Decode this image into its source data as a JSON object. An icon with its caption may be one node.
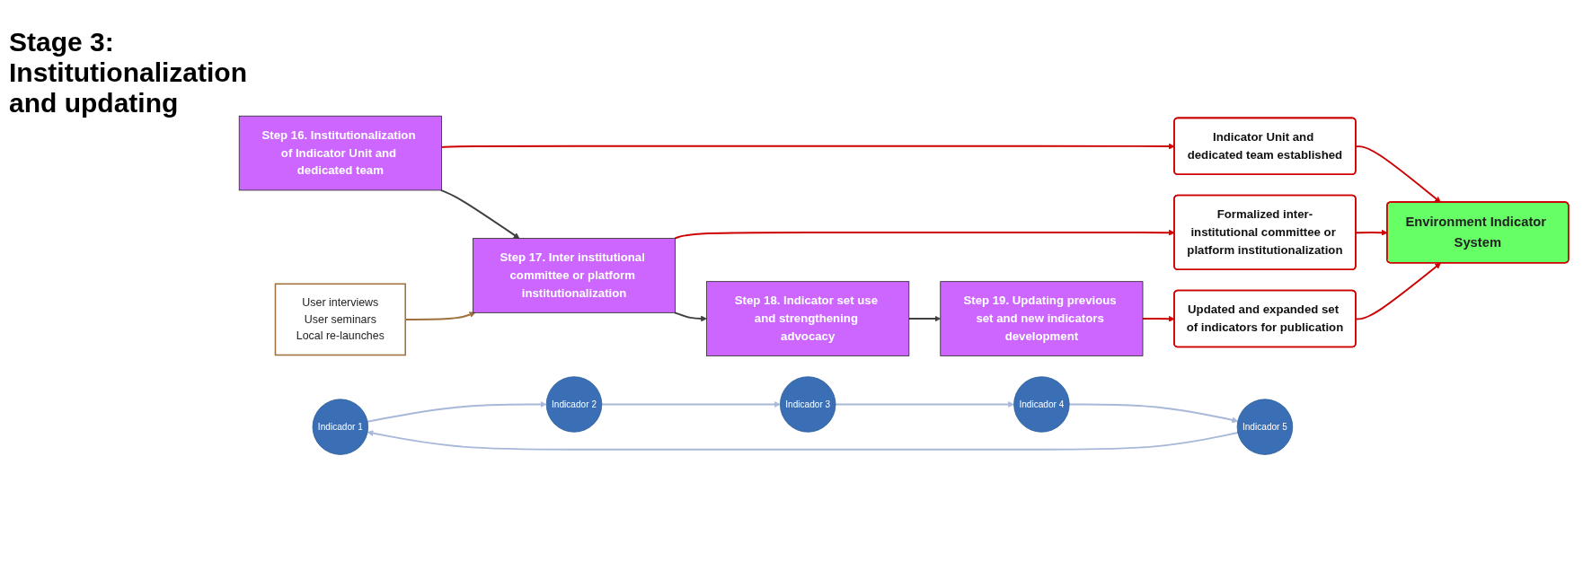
{
  "diagram": {
    "title": "Stage 3: Institutionalization and updating",
    "nodes": [
      {
        "text": [
          "Step 16. Institutionalization of Indicator Unit and dedicated team"
        ]
      },
      {
        "text": [
          "Step 17. Inter institutional committee or platform institutionalization"
        ]
      },
      {
        "text": [
          "Step 18. Indicator set use and strengthening advocacy"
        ]
      },
      {
        "text": [
          "Step 19. Updating previous set and new indicators development"
        ]
      },
      {
        "text": [
          "User interviews",
          "User seminars",
          "Local re-launches"
        ]
      },
      {
        "text": [
          "Indicator Unit and dedicated team established"
        ]
      },
      {
        "text": [
          "Formalized inter-institutional committee or platform institutionalization"
        ]
      },
      {
        "text": [
          "Updated and expanded set of indicators for publication"
        ]
      },
      {
        "text": [
          "Environment Indicator System"
        ]
      },
      {
        "text": [
          "Indicador 1"
        ]
      },
      {
        "text": [
          "Indicador 2"
        ]
      },
      {
        "text": [
          "Indicador 3"
        ]
      },
      {
        "text": [
          "Indicador 4"
        ]
      },
      {
        "text": [
          "Indicador 5"
        ]
      }
    ],
    "edges": [
      {
        "from": 0,
        "to": 1,
        "arrow": "to",
        "color": "#404040"
      },
      {
        "from": 1,
        "to": 2,
        "arrow": "to",
        "color": "#404040"
      },
      {
        "from": 2,
        "to": 3,
        "arrow": "to",
        "color": "#404040"
      },
      {
        "from": 4,
        "to": 1,
        "arrow": "to",
        "color": "#a0703c"
      },
      {
        "from": 0,
        "to": 5,
        "arrow": "to"
      },
      {
        "from": 1,
        "to": 6,
        "arrow": "to"
      },
      {
        "from": 3,
        "to": 7,
        "arrow": "to"
      },
      {
        "from": 5,
        "to": 8,
        "arrow": "to"
      },
      {
        "from": 6,
        "to": 8,
        "arrow": "to"
      },
      {
        "from": 7,
        "to": 8,
        "arrow": "to"
      },
      {
        "from": 9,
        "to": 10,
        "arrow": "to",
        "color": "#a8b8d8"
      },
      {
        "from": 10,
        "to": 11,
        "arrow": "to",
        "color": "#a8b8d8"
      },
      {
        "from": 11,
        "to": 12,
        "arrow": "to",
        "color": "#a8b8d8"
      },
      {
        "from": 12,
        "to": 13,
        "arrow": "to",
        "color": "#a8b8d8"
      },
      {
        "from": 13,
        "to": 9,
        "arrow": "to",
        "color": "#a8b8d8"
      }
    ]
  }
}
